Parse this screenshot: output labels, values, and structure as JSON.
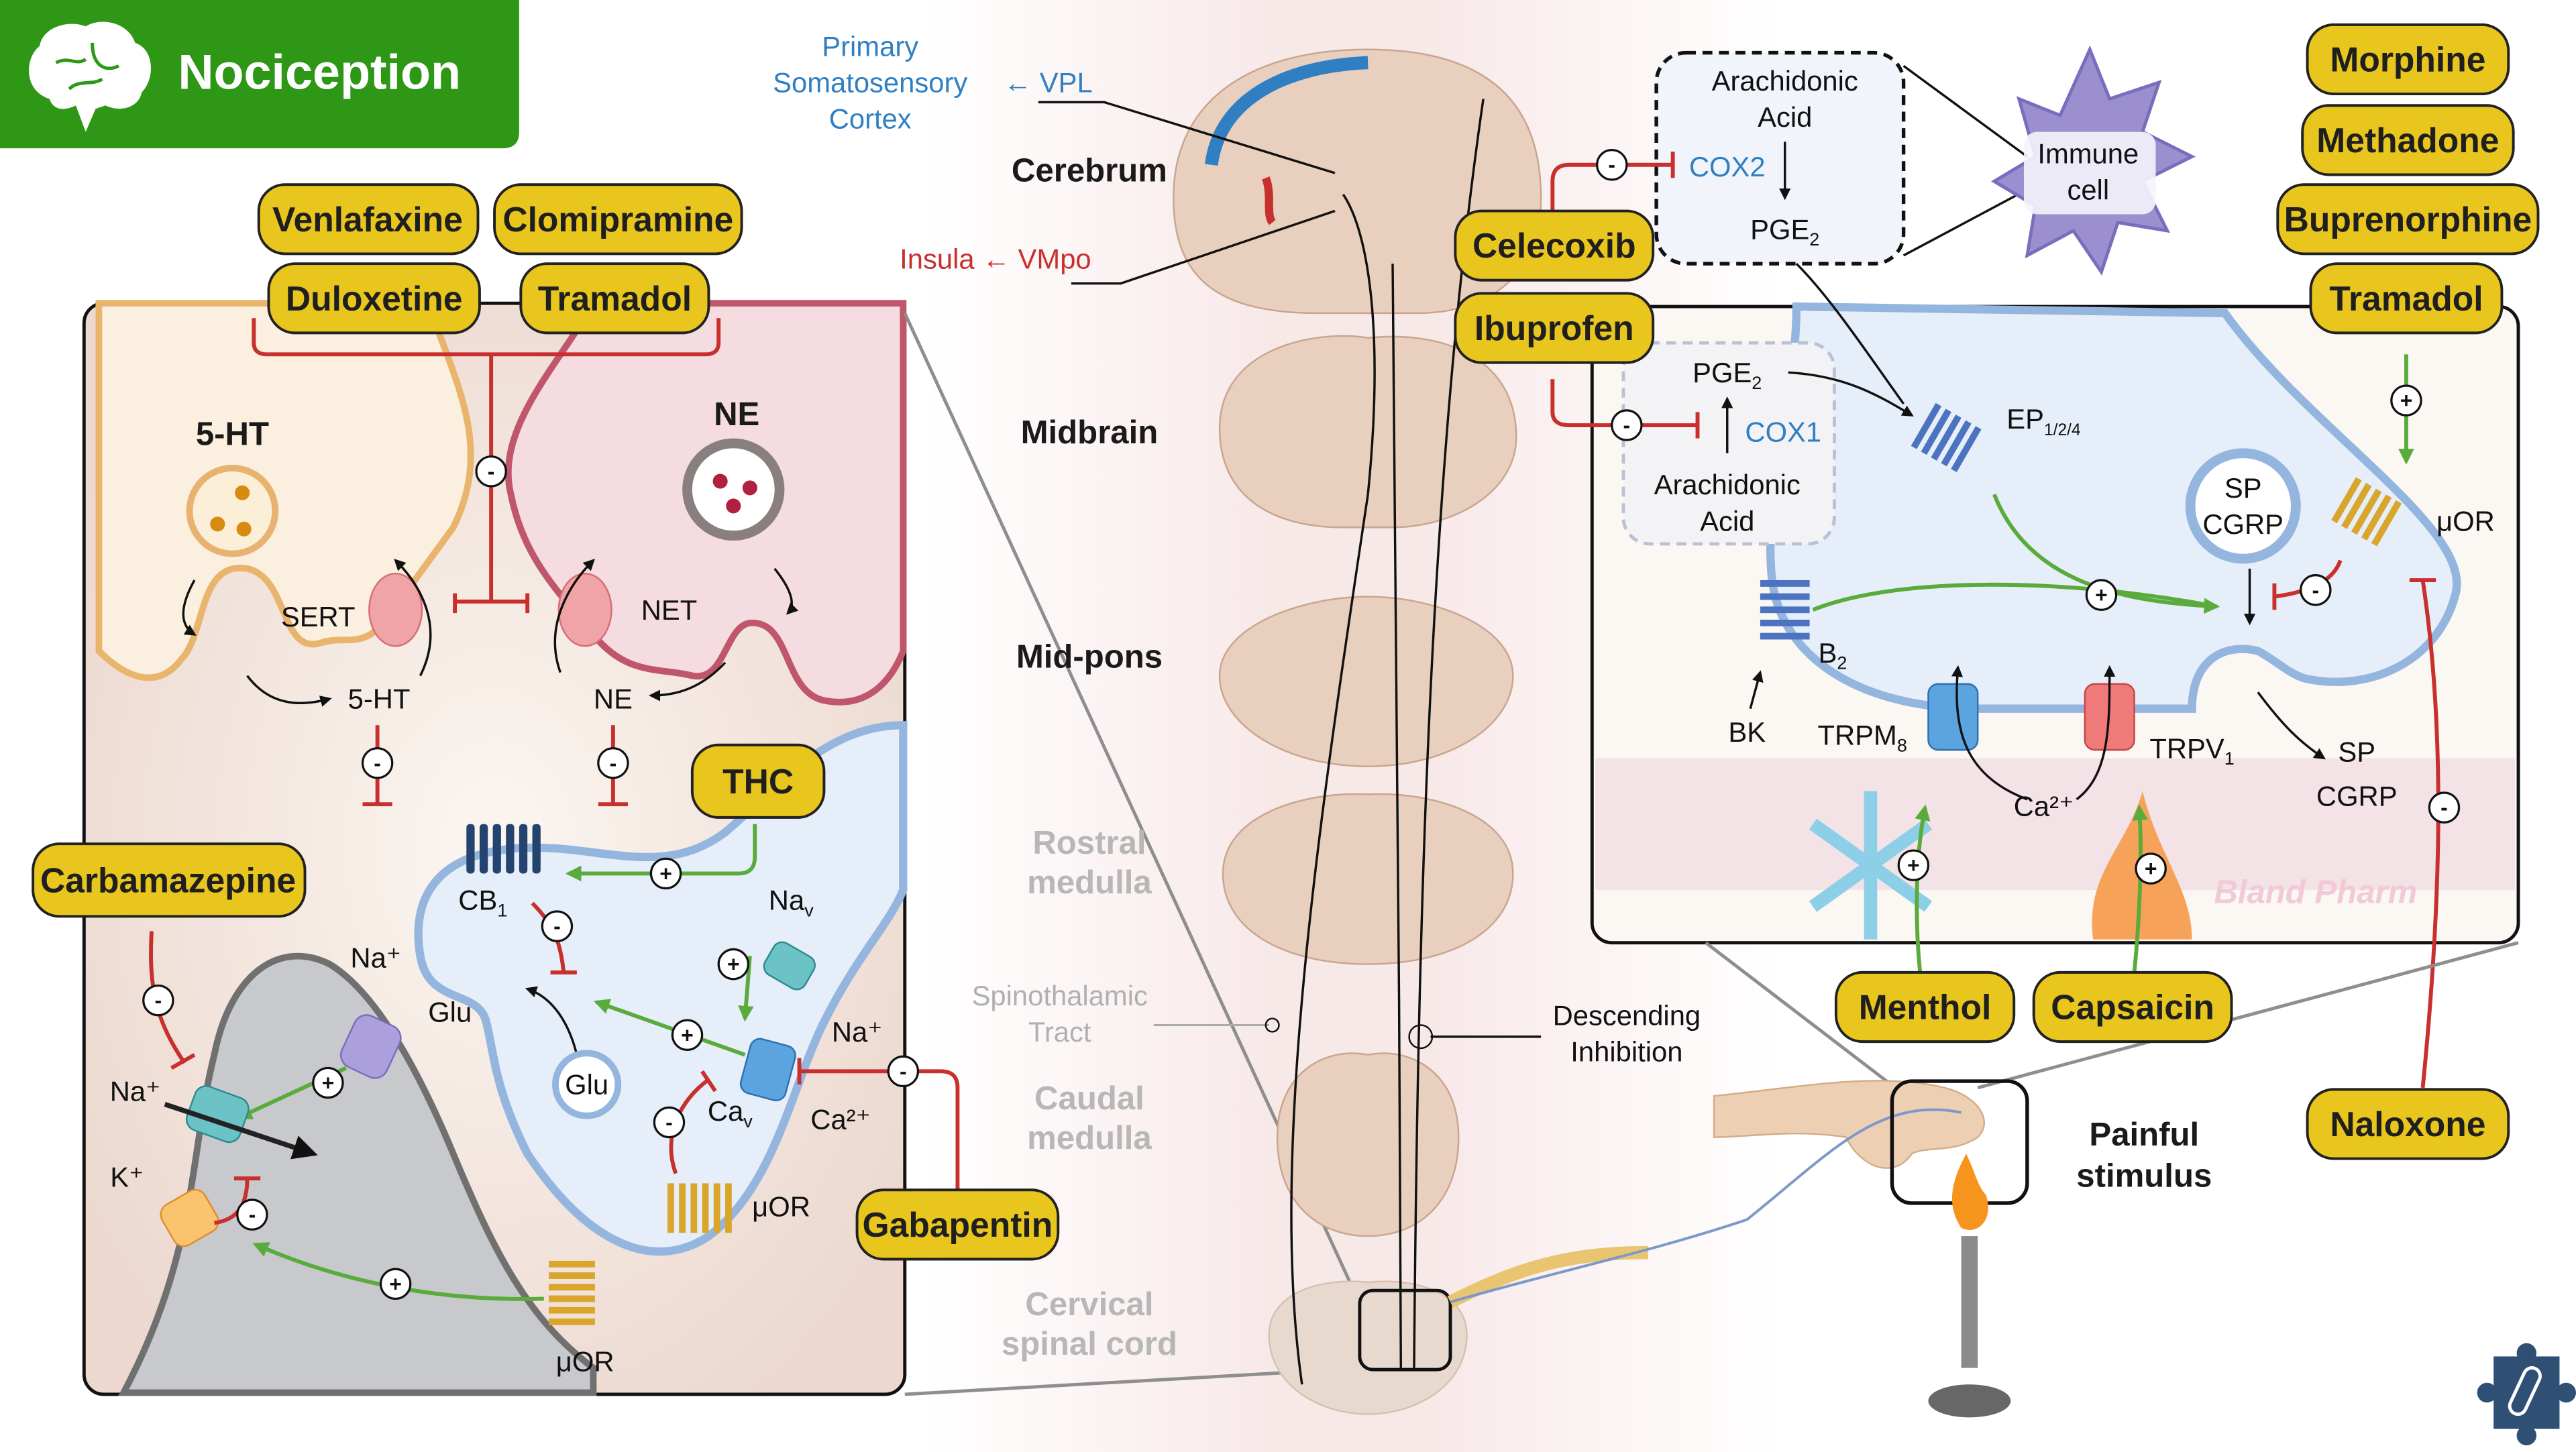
{
  "header": {
    "title": "Nociception",
    "icon": "brain-icon",
    "color": "#2e9716"
  },
  "colors": {
    "drug_pill": "#e8c61e",
    "inhibit": "#c8302e",
    "activate": "#5aab3c",
    "pathway_blue": "#2f7fc2",
    "logo": "#2f5074"
  },
  "brain_levels": {
    "cerebrum": "Cerebrum",
    "midbrain": "Midbrain",
    "mid_pons": "Mid-pons",
    "rostral_medulla": [
      "Rostral",
      "medulla"
    ],
    "caudal_medulla": [
      "Caudal",
      "medulla"
    ],
    "cervical_spinal_cord": [
      "Cervical",
      "spinal cord"
    ]
  },
  "projections": {
    "somatosensory": [
      "Primary",
      "Somatosensory",
      "Cortex"
    ],
    "vpl": "← VPL",
    "insula": "Insula ← VMpo",
    "spinothalamic": [
      "Spinothalamic",
      "Tract"
    ],
    "descending": [
      "Descending",
      "Inhibition"
    ]
  },
  "drugs": {
    "venlafaxine": "Venlafaxine",
    "clomipramine": "Clomipramine",
    "duloxetine": "Duloxetine",
    "tramadol_left": "Tramadol",
    "thc": "THC",
    "carbamazepine": "Carbamazepine",
    "gabapentin": "Gabapentin",
    "celecoxib": "Celecoxib",
    "ibuprofen": "Ibuprofen",
    "morphine": "Morphine",
    "methadone": "Methadone",
    "buprenorphine": "Buprenorphine",
    "tramadol_right": "Tramadol",
    "menthol": "Menthol",
    "capsaicin": "Capsaicin",
    "naloxone": "Naloxone"
  },
  "left_panel": {
    "ht_title": "5-HT",
    "ne_title": "NE",
    "sert": "SERT",
    "net": "NET",
    "ht_cleft": "5-HT",
    "ne_cleft": "NE",
    "cb1": "CB",
    "cb1_sub": "1",
    "nav": "Na",
    "nav_sub": "v",
    "na_plus": "Na⁺",
    "na_plus_2": "Na⁺",
    "na_plus_3": "Na⁺",
    "glu_receptor": "Glu",
    "glu_vesicle": "Glu",
    "cav": "Ca",
    "cav_sub": "v",
    "ca2": "Ca²⁺",
    "mor_pre": "μOR",
    "mor_post": "μOR",
    "k_plus": "K⁺"
  },
  "cox2_box": {
    "top": [
      "Arachidonic",
      "Acid"
    ],
    "enzyme": "COX2",
    "product": "PGE",
    "product_sub": "2"
  },
  "immune_cell": [
    "Immune",
    "cell"
  ],
  "right_panel": {
    "pge2": "PGE",
    "pge2_sub": "2",
    "cox1": "COX1",
    "aa": [
      "Arachidonic",
      "Acid"
    ],
    "ep": "EP",
    "ep_sub": "1/2/4",
    "vesicle": [
      "SP",
      "CGRP"
    ],
    "mor": "μOR",
    "b2": "B",
    "b2_sub": "2",
    "bk": "BK",
    "trpm8": "TRPM",
    "trpm8_sub": "8",
    "trpv1": "TRPV",
    "trpv1_sub": "1",
    "ca": "Ca²⁺",
    "released": [
      "SP",
      "CGRP"
    ],
    "watermark": "Bland Pharm"
  },
  "stimulus": [
    "Painful",
    "stimulus"
  ],
  "signs": {
    "plus": "+",
    "minus": "-"
  },
  "logo": "puzzle-pill-logo-icon"
}
